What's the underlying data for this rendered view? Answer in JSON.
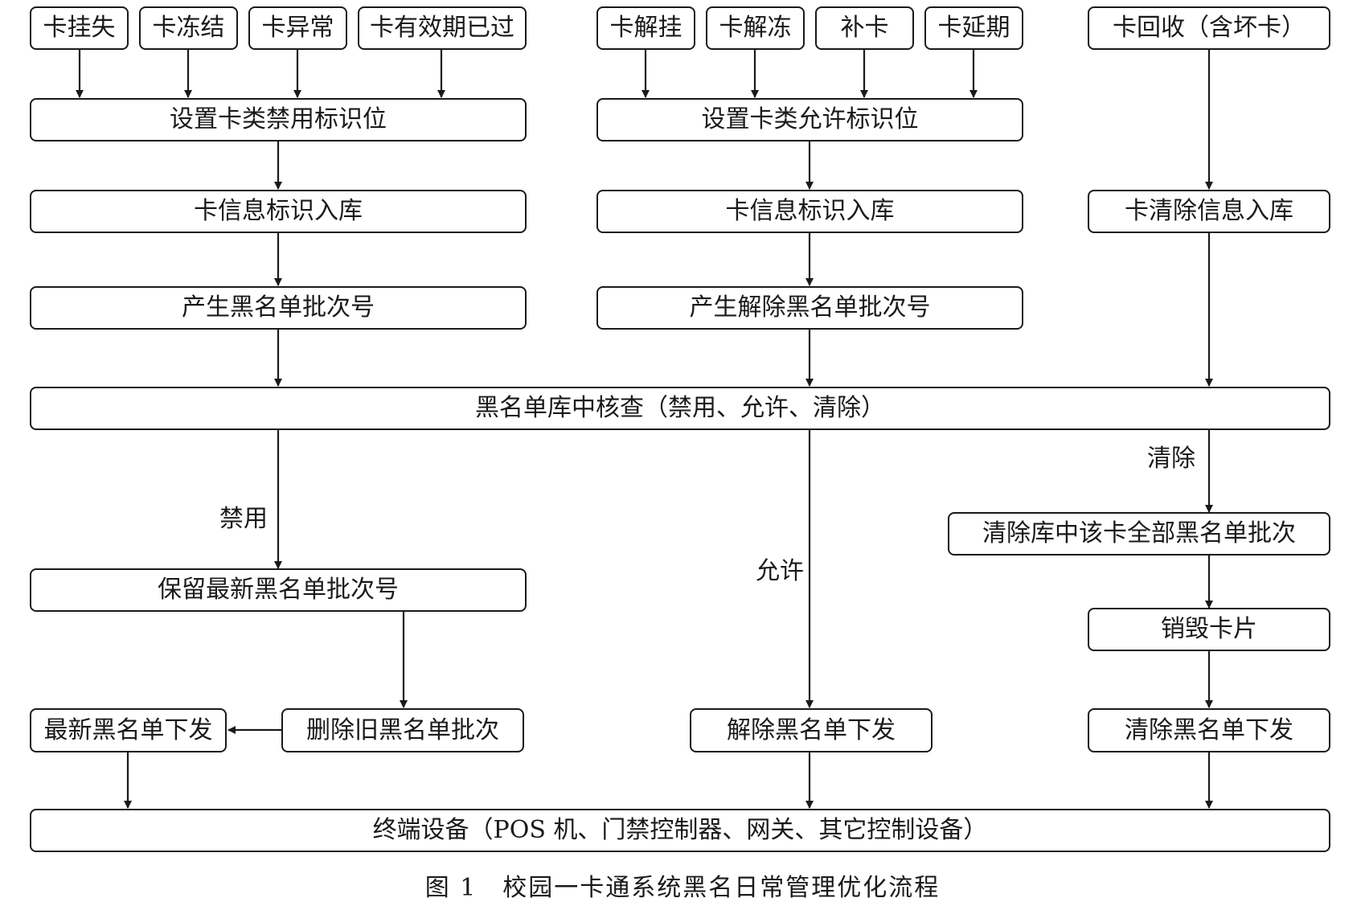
{
  "inputs": {
    "card_lost": "卡挂失",
    "card_frozen": "卡冻结",
    "card_abnormal": "卡异常",
    "card_expired": "卡有效期已过",
    "card_unlost": "卡解挂",
    "card_unfrozen": "卡解冻",
    "card_reissue": "补卡",
    "card_extend": "卡延期",
    "card_recycle": "卡回收（含坏卡）"
  },
  "ban_path": {
    "set_flag": "设置卡类禁用标识位",
    "store": "卡信息标识入库",
    "batch": "产生黑名单批次号"
  },
  "allow_path": {
    "set_flag": "设置卡类允许标识位",
    "store": "卡信息标识入库",
    "batch": "产生解除黑名单批次号"
  },
  "clear_path": {
    "store": "卡清除信息入库"
  },
  "check": "黑名单库中核查（禁用、允许、清除）",
  "edge_labels": {
    "ban": "禁用",
    "allow": "允许",
    "clear": "清除"
  },
  "ban_result": {
    "keep_latest": "保留最新黑名单批次号",
    "delete_old": "删除旧黑名单批次",
    "issue_latest": "最新黑名单下发"
  },
  "allow_result": {
    "issue_remove": "解除黑名单下发"
  },
  "clear_result": {
    "clear_all": "清除库中该卡全部黑名单批次",
    "destroy": "销毁卡片",
    "issue_clear": "清除黑名单下发"
  },
  "terminal": "终端设备（POS 机、门禁控制器、网关、其它控制设备）",
  "caption": "图 1　校园一卡通系统黑名日常管理优化流程"
}
